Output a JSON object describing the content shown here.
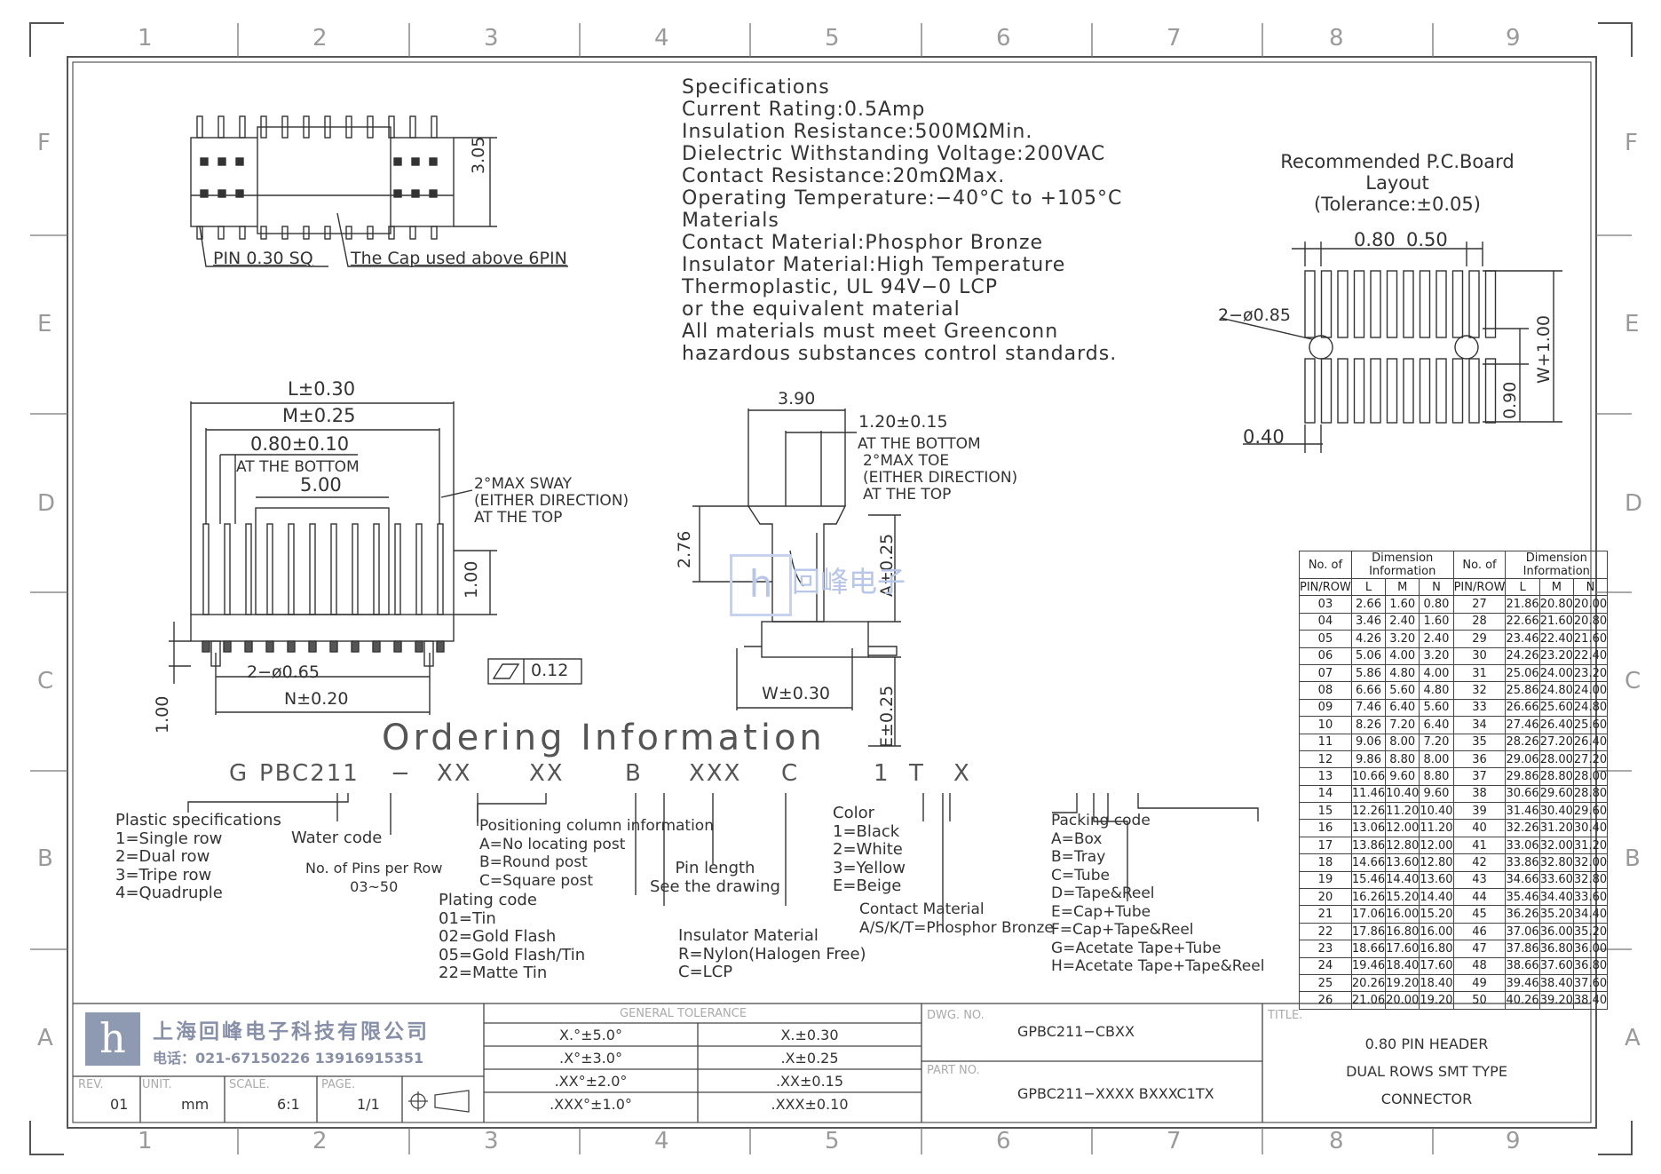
{
  "zones": {
    "columns": [
      "1",
      "2",
      "3",
      "4",
      "5",
      "6",
      "7",
      "8",
      "9"
    ],
    "rows": [
      "F",
      "E",
      "D",
      "C",
      "B",
      "A"
    ]
  },
  "specs": [
    "Specifications",
    "Current Rating:0.5Amp",
    "Insulation  Resistance:500MΩMin.",
    "Dielectric  Withstanding  Voltage:200VAC",
    "Contact  Resistance:20mΩMax.",
    "Operating  Temperature:−40°C  to  +105°C",
    "Materials",
    "Contact  Material:Phosphor  Bronze",
    "Insulator  Material:High  Temperature",
    "Thermoplastic,  UL  94V−0  LCP",
    "or  the  equivalent  material",
    "All  materials  must  meet  Greenconn",
    "hazardous  substances  control  standards."
  ],
  "top_view": {
    "dim_height": "3.05",
    "pin_label": "PIN  0.30  SQ",
    "cap_label": "The  Cap  used  above  6PIN"
  },
  "pcb": {
    "title": [
      "Recommended  P.C.Board",
      "Layout",
      "(Tolerance:±0.05)"
    ],
    "pitch": "0.80",
    "pad_width": "0.50",
    "hole": "2−ø0.85",
    "w_dim": "W+1.00",
    "gap": "0.90",
    "offset": "0.40"
  },
  "front_view": {
    "l": "L±0.30",
    "m": "M±0.25",
    "bottom_pitch": "0.80±0.10",
    "at_bottom": "AT  THE  BOTTOM",
    "cap_w": "5.00",
    "sway": [
      "2°MAX  SWAY",
      "(EITHER  DIRECTION)",
      "AT  THE  TOP"
    ],
    "h100": "1.00",
    "holes": "2−ø0.65",
    "n": "N±0.20",
    "h100b": "1.00",
    "flatness": "0.12"
  },
  "side_view": {
    "w390": "3.90",
    "w120": "1.20±0.15",
    "at_bottom": "AT  THE  BOTTOM",
    "toe": [
      "2°MAX  TOE",
      "(EITHER  DIRECTION)",
      "AT  THE  TOP"
    ],
    "h276": "2.76",
    "a": "A±0.25",
    "w": "W±0.30",
    "e": "E±0.25"
  },
  "watermark": "回峰电子",
  "ordering": {
    "title": "Ordering  Information",
    "code": [
      "G",
      "PBC211",
      "−",
      "XX",
      "XX",
      "B",
      "XXX",
      "C",
      "1",
      "T",
      "X"
    ],
    "plastic": [
      "Plastic  specifications",
      "1=Single  row",
      "2=Dual  row",
      "3=Tripe  row",
      "4=Quadruple"
    ],
    "water": "Water  code",
    "pins": [
      "No.  of  Pins  per  Row",
      "03~50"
    ],
    "positioning": [
      "Positioning  column  information",
      "A=No  locating  post",
      "B=Round  post",
      "C=Square  post"
    ],
    "plating": [
      "Plating  code",
      "01=Tin",
      "02=Gold  Flash",
      "05=Gold  Flash/Tin",
      "22=Matte  Tin"
    ],
    "pin_length": [
      "Pin  length",
      "See  the  drawing"
    ],
    "insulator": [
      "Insulator  Material",
      "R=Nylon(Halogen  Free)",
      "C=LCP"
    ],
    "color": [
      "Color",
      "1=Black",
      "2=White",
      "3=Yellow",
      "E=Beige"
    ],
    "contact": [
      "Contact  Material",
      "A/S/K/T=Phosphor  Bronze"
    ],
    "packing": [
      "Packing  code",
      "A=Box",
      "B=Tray",
      "C=Tube",
      "D=Tape&Reel",
      "E=Cap+Tube",
      "F=Cap+Tape&Reel",
      "G=Acetate  Tape+Tube",
      "H=Acetate  Tape+Tape&Reel"
    ]
  },
  "dim_table": {
    "h_no": "No. of",
    "h_pin": "PIN/ROW",
    "h_dim": "Dimension  Information",
    "h_cols": [
      "L",
      "M",
      "N"
    ],
    "left": [
      [
        "03",
        "2.66",
        "1.60",
        "0.80"
      ],
      [
        "04",
        "3.46",
        "2.40",
        "1.60"
      ],
      [
        "05",
        "4.26",
        "3.20",
        "2.40"
      ],
      [
        "06",
        "5.06",
        "4.00",
        "3.20"
      ],
      [
        "07",
        "5.86",
        "4.80",
        "4.00"
      ],
      [
        "08",
        "6.66",
        "5.60",
        "4.80"
      ],
      [
        "09",
        "7.46",
        "6.40",
        "5.60"
      ],
      [
        "10",
        "8.26",
        "7.20",
        "6.40"
      ],
      [
        "11",
        "9.06",
        "8.00",
        "7.20"
      ],
      [
        "12",
        "9.86",
        "8.80",
        "8.00"
      ],
      [
        "13",
        "10.66",
        "9.60",
        "8.80"
      ],
      [
        "14",
        "11.46",
        "10.40",
        "9.60"
      ],
      [
        "15",
        "12.26",
        "11.20",
        "10.40"
      ],
      [
        "16",
        "13.06",
        "12.00",
        "11.20"
      ],
      [
        "17",
        "13.86",
        "12.80",
        "12.00"
      ],
      [
        "18",
        "14.66",
        "13.60",
        "12.80"
      ],
      [
        "19",
        "15.46",
        "14.40",
        "13.60"
      ],
      [
        "20",
        "16.26",
        "15.20",
        "14.40"
      ],
      [
        "21",
        "17.06",
        "16.00",
        "15.20"
      ],
      [
        "22",
        "17.86",
        "16.80",
        "16.00"
      ],
      [
        "23",
        "18.66",
        "17.60",
        "16.80"
      ],
      [
        "24",
        "19.46",
        "18.40",
        "17.60"
      ],
      [
        "25",
        "20.26",
        "19.20",
        "18.40"
      ],
      [
        "26",
        "21.06",
        "20.00",
        "19.20"
      ]
    ],
    "right": [
      [
        "27",
        "21.86",
        "20.80",
        "20.00"
      ],
      [
        "28",
        "22.66",
        "21.60",
        "20.80"
      ],
      [
        "29",
        "23.46",
        "22.40",
        "21.60"
      ],
      [
        "30",
        "24.26",
        "23.20",
        "22.40"
      ],
      [
        "31",
        "25.06",
        "24.00",
        "23.20"
      ],
      [
        "32",
        "25.86",
        "24.80",
        "24.00"
      ],
      [
        "33",
        "26.66",
        "25.60",
        "24.80"
      ],
      [
        "34",
        "27.46",
        "26.40",
        "25.60"
      ],
      [
        "35",
        "28.26",
        "27.20",
        "26.40"
      ],
      [
        "36",
        "29.06",
        "28.00",
        "27.20"
      ],
      [
        "37",
        "29.86",
        "28.80",
        "28.00"
      ],
      [
        "38",
        "30.66",
        "29.60",
        "28.80"
      ],
      [
        "39",
        "31.46",
        "30.40",
        "29.60"
      ],
      [
        "40",
        "32.26",
        "31.20",
        "30.40"
      ],
      [
        "41",
        "33.06",
        "32.00",
        "31.20"
      ],
      [
        "42",
        "33.86",
        "32.80",
        "32.00"
      ],
      [
        "43",
        "34.66",
        "33.60",
        "32.80"
      ],
      [
        "44",
        "35.46",
        "34.40",
        "33.60"
      ],
      [
        "45",
        "36.26",
        "35.20",
        "34.40"
      ],
      [
        "46",
        "37.06",
        "36.00",
        "35.20"
      ],
      [
        "47",
        "37.86",
        "36.80",
        "36.00"
      ],
      [
        "48",
        "38.66",
        "37.60",
        "36.80"
      ],
      [
        "49",
        "39.46",
        "38.40",
        "37.60"
      ],
      [
        "50",
        "40.26",
        "39.20",
        "38.40"
      ]
    ]
  },
  "title_block": {
    "company": "上海回峰电子科技有限公司",
    "phone": "电话：021-67150226  13916915351",
    "general_tolerance": "GENERAL  TOLERANCE",
    "tolerances": [
      [
        "X.°±5.0°",
        "X.±0.30"
      ],
      [
        ".X°±3.0°",
        ".X±0.25"
      ],
      [
        ".XX°±2.0°",
        ".XX±0.15"
      ],
      [
        ".XXX°±1.0°",
        ".XXX±0.10"
      ]
    ],
    "rev_label": "REV.",
    "rev": "01",
    "unit_label": "UNIT.",
    "unit": "mm",
    "scale_label": "SCALE.",
    "scale": "6:1",
    "page_label": "PAGE.",
    "page": "1/1",
    "dwg_label": "DWG. NO.",
    "dwg": "GPBC211−CBXX",
    "part_label": "PART NO.",
    "part": "GPBC211−XXXX  BXXXC1TX",
    "title_label": "TITLE.",
    "title": [
      "0.80  PIN  HEADER",
      "DUAL  ROWS  SMT  TYPE",
      "CONNECTOR"
    ]
  },
  "colors": {
    "line": "#333333",
    "zone": "#9a9a9a",
    "watermark": "#8da6d8"
  }
}
